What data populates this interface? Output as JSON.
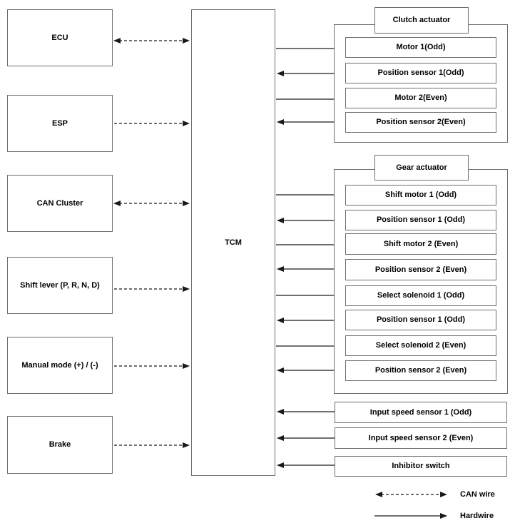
{
  "tcm": {
    "label": "TCM"
  },
  "left_modules": [
    {
      "label": "ECU",
      "wire": "CAN wire",
      "arrow": "bidirectional"
    },
    {
      "label": "ESP",
      "wire": "CAN wire",
      "arrow": "to-tcm"
    },
    {
      "label": "CAN Cluster",
      "wire": "CAN wire",
      "arrow": "bidirectional"
    },
    {
      "label": "Shift lever (P, R, N, D)",
      "wire": "CAN wire",
      "arrow": "to-tcm"
    },
    {
      "label": "Manual mode (+) / (-)",
      "wire": "CAN wire",
      "arrow": "to-tcm"
    },
    {
      "label": "Brake",
      "wire": "CAN wire",
      "arrow": "to-tcm"
    }
  ],
  "clutch_actuator": {
    "title": "Clutch actuator",
    "components": [
      {
        "label": "Motor 1(Odd)",
        "wire": "Hardwire",
        "arrow": "from-tcm"
      },
      {
        "label": "Position sensor 1(Odd)",
        "wire": "Hardwire",
        "arrow": "to-tcm"
      },
      {
        "label": "Motor 2(Even)",
        "wire": "Hardwire",
        "arrow": "from-tcm"
      },
      {
        "label": "Position sensor 2(Even)",
        "wire": "Hardwire",
        "arrow": "to-tcm"
      }
    ]
  },
  "gear_actuator": {
    "title": "Gear actuator",
    "components": [
      {
        "label": "Shift motor 1 (Odd)",
        "wire": "Hardwire",
        "arrow": "from-tcm"
      },
      {
        "label": "Position sensor 1 (Odd)",
        "wire": "Hardwire",
        "arrow": "to-tcm"
      },
      {
        "label": "Shift motor 2 (Even)",
        "wire": "Hardwire",
        "arrow": "from-tcm"
      },
      {
        "label": "Position sensor 2 (Even)",
        "wire": "Hardwire",
        "arrow": "to-tcm"
      },
      {
        "label": "Select solenoid 1 (Odd)",
        "wire": "Hardwire",
        "arrow": "from-tcm"
      },
      {
        "label": "Position sensor 1 (Odd)",
        "wire": "Hardwire",
        "arrow": "to-tcm"
      },
      {
        "label": "Select solenoid 2 (Even)",
        "wire": "Hardwire",
        "arrow": "from-tcm"
      },
      {
        "label": "Position sensor 2 (Even)",
        "wire": "Hardwire",
        "arrow": "to-tcm"
      }
    ]
  },
  "inputs": [
    {
      "label": "Input speed sensor 1 (Odd)",
      "wire": "Hardwire",
      "arrow": "to-tcm"
    },
    {
      "label": "Input speed sensor 2 (Even)",
      "wire": "Hardwire",
      "arrow": "to-tcm"
    },
    {
      "label": "Inhibitor switch",
      "wire": "Hardwire",
      "arrow": "to-tcm"
    }
  ],
  "legend": {
    "can": {
      "label": "CAN wire",
      "line_style": "dashed-double-arrow"
    },
    "hard": {
      "label": "Hardwire",
      "line_style": "solid-single-arrow"
    }
  },
  "colors": {
    "background": "#ffffff",
    "box_border": "#6e6e6e",
    "arrow": "#1a1a1a",
    "text": "#000000"
  }
}
